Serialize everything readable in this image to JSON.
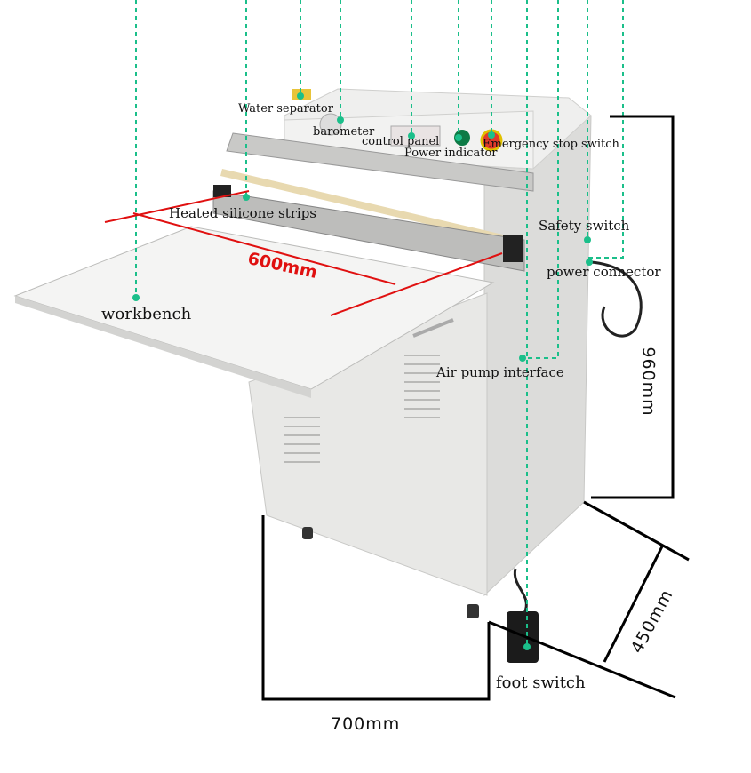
{
  "labels": {
    "water_separator": "Water separator",
    "barometer": "barometer",
    "control_panel": "control panel",
    "power_indicator": "Power indicator",
    "emergency_stop": "Emergency stop switch",
    "heated_strips": "Heated silicone strips",
    "safety_switch": "Safety switch",
    "power_connector": "power connector",
    "workbench": "workbench",
    "air_pump": "Air pump interface",
    "foot_switch": "foot switch"
  },
  "dimensions": {
    "width_seal": "600mm",
    "height": "960mm",
    "depth": "450mm",
    "width": "700mm"
  },
  "colors": {
    "leader": "#1bbf8a",
    "dimension": "#000000",
    "seal_dimension": "#e01010",
    "body": "#e4e4e2"
  }
}
